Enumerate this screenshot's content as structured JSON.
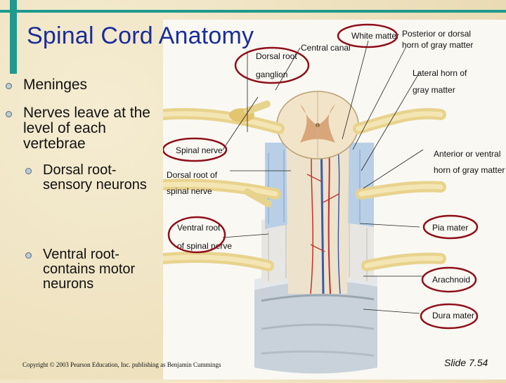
{
  "title": "Spinal Cord Anatomy",
  "bullets": [
    {
      "text": "Meninges"
    },
    {
      "text": "Nerves leave at the level of each vertebrae",
      "sub": [
        {
          "text": "Dorsal root-sensory neurons"
        },
        {
          "text": "Ventral root-contains motor neurons"
        }
      ]
    }
  ],
  "figure_labels": {
    "white_matter": "White matter",
    "posterior_horn_line1": "Posterior or dorsal",
    "posterior_horn_line2": "horn of gray matter",
    "central_canal": "Central canal",
    "dorsal_root_ganglion_line1": "Dorsal root",
    "dorsal_root_ganglion_line2": "ganglion",
    "lateral_horn_line1": "Lateral horn of",
    "lateral_horn_line2": "gray matter",
    "spinal_nerve": "Spinal nerve",
    "dorsal_root_line1": "Dorsal root of",
    "dorsal_root_line2": "spinal nerve",
    "anterior_horn_line1": "Anterior or ventral",
    "anterior_horn_line2": "horn of gray matter",
    "ventral_root_line1": "Ventral root",
    "ventral_root_line2": "of spinal nerve",
    "pia_mater": "Pia mater",
    "arachnoid": "Arachnoid",
    "dura_mater": "Dura mater"
  },
  "footer": "Copyright © 2003 Pearson Education, Inc. publishing as Benjamin Cummings",
  "slide_number": "Slide 7.54",
  "colors": {
    "title": "#1a2d9a",
    "accent": "#1f9a8e",
    "annotation_circle": "#8e0f1a"
  }
}
